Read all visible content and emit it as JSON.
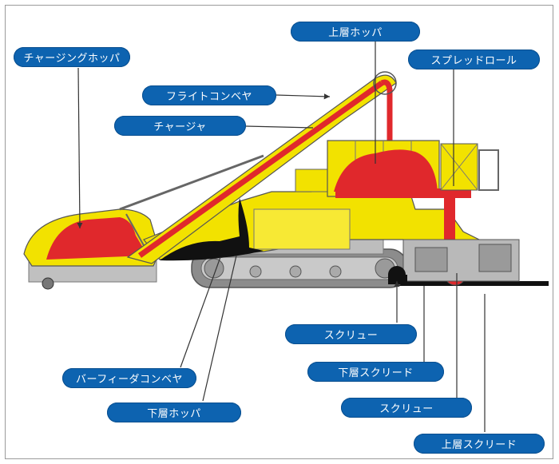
{
  "labels": {
    "charging_hopper": "チャージングホッパ",
    "upper_hopper": "上層ホッパ",
    "flight_conveyor": "フライトコンベヤ",
    "spread_roll": "スプレッドロール",
    "charger": "チャージャ",
    "screw_1": "スクリュー",
    "lower_screed": "下層スクリード",
    "bar_feeder_conveyor": "バーフィーダコンベヤ",
    "lower_hopper": "下層ホッパ",
    "screw_2": "スクリュー",
    "upper_screed": "上層スクリード"
  },
  "colors": {
    "label_bg": "#0d63b0",
    "body_yellow": "#f2e200",
    "material_red": "#e0282c",
    "machine_gray": "#b9b9b9",
    "asphalt_black": "#111111",
    "leader_line": "#333333"
  }
}
